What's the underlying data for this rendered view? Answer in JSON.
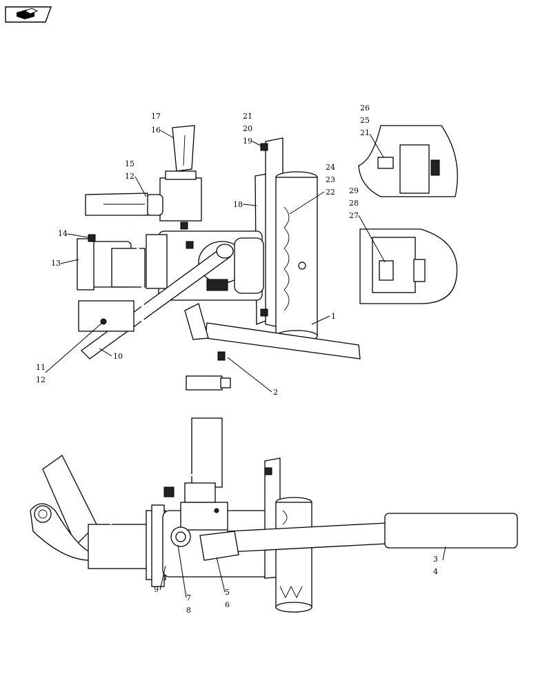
{
  "nav": {
    "icon": "previous-page-icon"
  },
  "callouts": {
    "c17": "17",
    "c16": "16",
    "c21a": "21",
    "c20": "20",
    "c19": "19",
    "c15": "15",
    "c12a": "12",
    "c18": "18",
    "c24": "24",
    "c23": "23",
    "c22": "22",
    "c26": "26",
    "c25": "25",
    "c21b": "21",
    "c29": "29",
    "c28": "28",
    "c27": "27",
    "c14": "14",
    "c13": "13",
    "c10": "10",
    "c11": "11",
    "c12b": "12",
    "c1": "1",
    "c2": "2",
    "c3": "3",
    "c4": "4",
    "c9": "9",
    "c7": "7",
    "c8": "8",
    "c5": "5",
    "c6": "6"
  }
}
